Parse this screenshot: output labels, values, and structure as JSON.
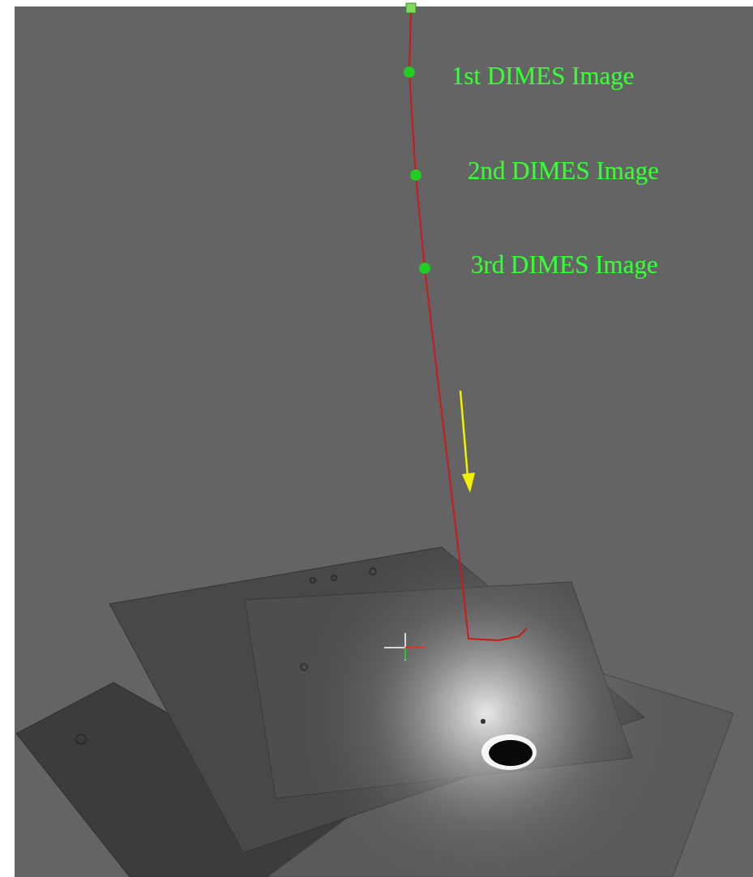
{
  "diagram": {
    "labels": [
      "1st DIMES Image",
      "2nd DIMES Image",
      "3rd DIMES Image"
    ]
  }
}
